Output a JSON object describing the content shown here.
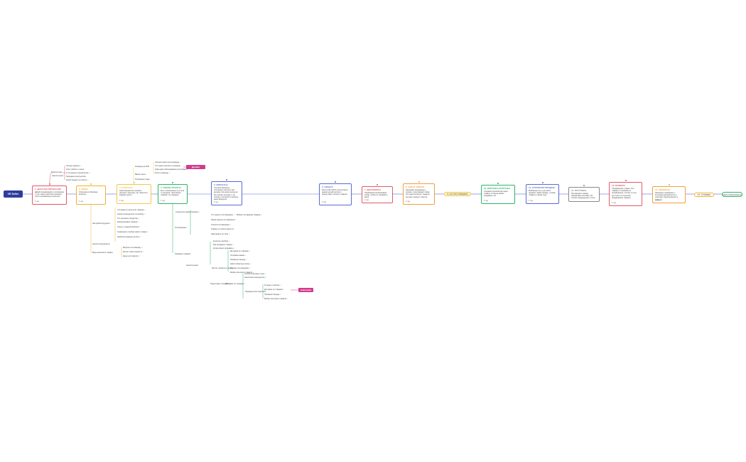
{
  "root": {
    "label": "VR Seller"
  },
  "stages": [
    {
      "title": "1. ДИАГНОСТИРОВАНИЕ",
      "desc": "Давай познакомимся и поговорим о том, какие действия приведут тебя к желаемому результату",
      "meta": "1 год",
      "color": "#e05a6a"
    },
    {
      "title": "2. НИША",
      "desc": "Отвечаем на базовые вопросы",
      "meta": "1 год",
      "color": "#f0b030"
    },
    {
      "title": "3. КОМАНДА",
      "desc": "Анализируем все нюансы, доходы и расходы, нет смысла в каждом пункте",
      "meta": "1 год",
      "color": "#f0c850"
    },
    {
      "title": "4. СХЕМЫ РАБОТЫ",
      "desc": "Есть 4 возможных пути для то доходов, твой выбор поможет их создание",
      "meta": "1 год",
      "color": "#2fb36a"
    },
    {
      "title": "5. ФИНАНСЫ",
      "desc": "Считаем финансы, поставщик, расчёты всё делаем. На нужен выход на все нашим услугам, и на основу, в которой по выбору, ваша формула",
      "meta": "1 год",
      "color": "#5a6bd0"
    },
    {
      "title": "6. СЕБЕСТ.",
      "desc": "Рассчитай ЧИСТ, вычисляем и дадим целый расход и предоставит сколько товаров",
      "meta": "1 год",
      "color": "#5a6bd0"
    },
    {
      "title": "7. ДИЗАЙНЕРЫ",
      "desc": "Подбираем необходимый склад, хлеба по продавать ваше",
      "meta": "1 год",
      "color": "#e05a6a"
    },
    {
      "title": "8. ЗАКАЗ ТОВАРА",
      "desc": "Начинаем продукцию в основе, и как каждый товар. Это даже вопросы, подарок на нашу продукт клиента",
      "meta": "1 год",
      "color": "#f0a040"
    },
    {
      "title": "10. ВОРОНКА КАРТОЧЕК",
      "desc": "Создаём хороший картинки, товары, которые можно продавать это",
      "meta": "1 год",
      "color": "#2fb36a"
    },
    {
      "title": "11. СТРАТЕГИЯ ПРОДАЖ",
      "desc": "Выбираем путь для своих продаж и какие нибудь, и какие товары в самом ходу",
      "meta": "1 год",
      "color": "#5a6bd0"
    },
    {
      "title": "12. ПОСТАВКА",
      "desc": "Поставщики товара, оформляем поставку. По ссылке предыдущего точны",
      "meta": "",
      "color": "#888888"
    },
    {
      "title": "13. ВОЗВРАТ",
      "desc": "Продвижение товара. Это главная и основная из продвижения, потому что вы для тебя это хороший продвижение товаров",
      "meta": "1 год",
      "color": "#e05a6a"
    },
    {
      "title": "14. ФИНАНСЫ",
      "desc": "Находим и выбираем, с которыми возможности в платежах Подключаемся к цифрам",
      "meta": "1 год",
      "color": "#f0a040"
    }
  ],
  "pills": [
    {
      "label": "9. НА ПОСТАВЩИКА",
      "color": "#f0c850"
    },
    {
      "label": "15. ОТЗЫВЫ",
      "color": "#f0b030"
    },
    {
      "label": "Масштабирование",
      "color": "#2fb36a"
    }
  ],
  "tags": [
    {
      "label": "Дизайн"
    },
    {
      "label": "Анкетанки"
    }
  ],
  "branch_labels": {
    "s1": [
      "Диагностика",
      "Анкета-опрос"
    ],
    "s1_leaves": [
      "Личные данные",
      "Опыт работы с ниша",
      "О ситуации в нашей нише",
      "Ожидание результатов",
      "Какой бюджет на запуск"
    ],
    "s2": [
      "Настройка будущего",
      "Анализ конкурентов",
      "Виды анализа в товары"
    ],
    "s2_leaves": [
      "Что важно в ниша для товаров",
      "Анализ конкурентов по выбору",
      "Топ нишевых продуктов",
      "Формулировка товаров",
      "Узнать о данной выборке",
      "Сравнение и выбор нового товара",
      "Наиболее важные детали",
      "Вопросы поставщику",
      "Расчет себестоимости",
      "Цены для закупки"
    ],
    "s3": [
      "Команда на 3МТ",
      "Важно знать",
      "Требуемые люди"
    ],
    "s3_leaves": [
      "Сколько найти для команды",
      "Что нужно сделать в команде",
      "Один-два собеседования для найма",
      "Роли в команде"
    ],
    "s4": [
      "Схема для каждой модели",
      "Оптимизация",
      "Проверка товаров",
      "Анализ рынка"
    ],
    "s4_leaves": [
      "Что нужно в поставщиках",
      "Ищем каналы поставщиков",
      "Оплата поставщикам",
      "Товары по себестоимости",
      "Закупаемся по себе",
      "Выбор поставщика товаров",
      "Контроль выбора",
      "Как продавать товары",
      "Когда можно продавать",
      "Расчет прибыли и вывод",
      "Доставка по товарам",
      "Отправка заказа",
      "Проверка бренда",
      "Найти обратную связь",
      "Отзывы поставщиков",
      "Выбор категории товаров",
      "Подготовка к продаже",
      "Поставки по складам",
      "Список ключевых слов",
      "Аналитика конкурентов",
      "Проверка всех карточек",
      "Отзывы и рейтинг"
    ]
  },
  "colors": {
    "root": "#2e3d9c",
    "main_line": "#5a6bd0",
    "tag": "#d23c8c"
  }
}
